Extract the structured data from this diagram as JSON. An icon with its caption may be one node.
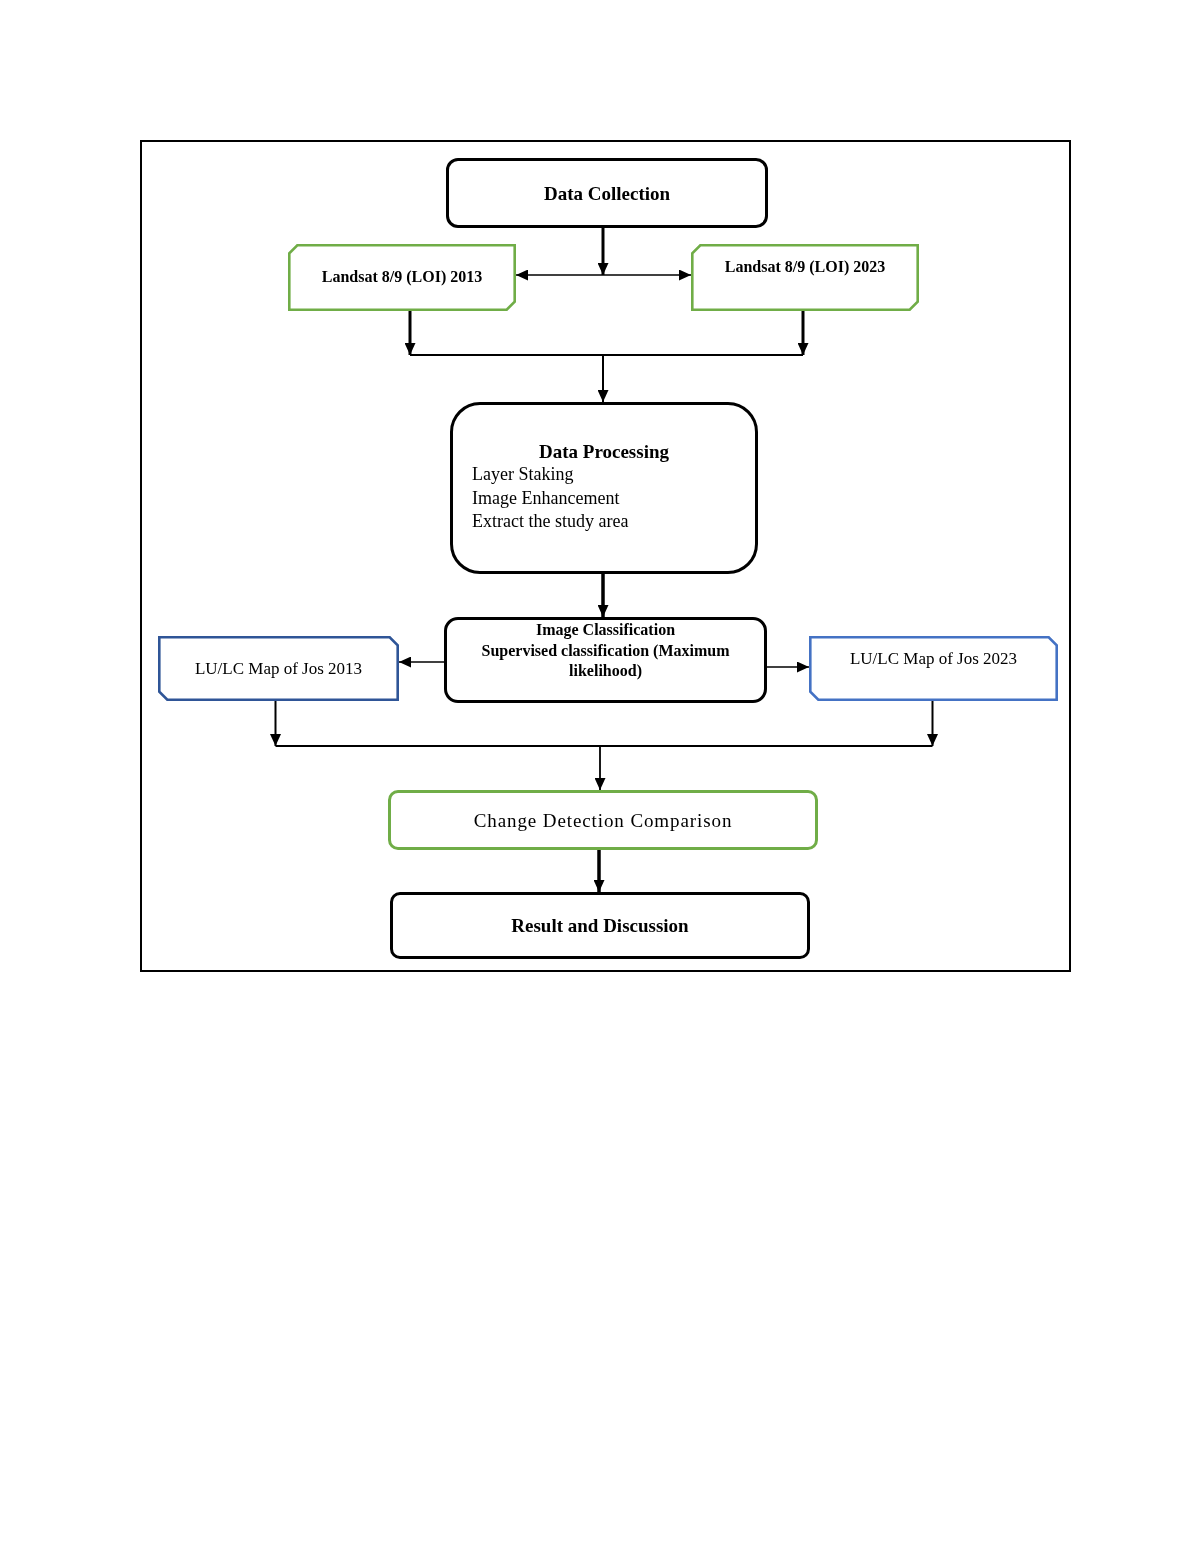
{
  "diagram": {
    "nodes": [
      {
        "text": [
          "Data Collection"
        ]
      },
      {
        "text": [
          "Landsat 8/9 (LOI) 2013"
        ]
      },
      {
        "text": [
          "Landsat 8/9 (LOI) 2023"
        ]
      },
      {
        "text": [
          "Data Processing",
          "Layer Staking",
          "Image Enhancement",
          "Extract the study area"
        ]
      },
      {
        "text": [
          "Image Classification",
          "Supervised classification (Maximum likelihood)"
        ]
      },
      {
        "text": [
          "LU/LC Map of Jos 2013"
        ]
      },
      {
        "text": [
          "LU/LC Map of Jos 2023"
        ]
      },
      {
        "text": [
          "Change Detection Comparison"
        ]
      },
      {
        "text": [
          "Result and Discussion"
        ]
      }
    ],
    "edges": [
      {
        "from": 0,
        "to": 1,
        "arrow": "to"
      },
      {
        "from": 0,
        "to": 2,
        "arrow": "to"
      },
      {
        "from": 1,
        "to": 3,
        "arrow": "to"
      },
      {
        "from": 2,
        "to": 3,
        "arrow": "to"
      },
      {
        "from": 3,
        "to": 4,
        "arrow": "to"
      },
      {
        "from": 4,
        "to": 5,
        "arrow": "to"
      },
      {
        "from": 4,
        "to": 6,
        "arrow": "to"
      },
      {
        "from": 5,
        "to": 7,
        "arrow": "to"
      },
      {
        "from": 6,
        "to": 7,
        "arrow": "to"
      },
      {
        "from": 7,
        "to": 8,
        "arrow": "to"
      }
    ]
  }
}
